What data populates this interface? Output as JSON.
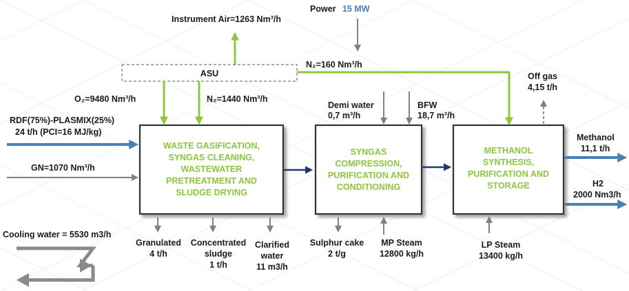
{
  "inputs": {
    "power_label": "Power",
    "power_value": "15 MW",
    "instrument_air": "Instrument Air=1263 Nm³/h",
    "n2_top": "N₂=160 Nm³/h",
    "o2": "O₂=9480 Nm³/h",
    "n2_asu": "N₂=1440 Nm³/h",
    "rdf_line1": "RDF(75%)-PLASMIX(25%)",
    "rdf_line2": "24 t/h (PCI=16 MJ/kg)",
    "gn": "GN=1070 Nm³/h",
    "demi_line1": "Demi water",
    "demi_line2": "0,7 m³/h",
    "bfw_line1": "BFW",
    "bfw_line2": "18,7 m³/h",
    "offgas_line1": "Off gas",
    "offgas_line2": "4,15 t/h",
    "cooling_water": "Cooling water = 5530 m3/h"
  },
  "asu_label": "ASU",
  "process_boxes": [
    {
      "lines": [
        "WASTE GASIFICATION,",
        "SYNGAS CLEANING,",
        "WASTEWATER",
        "PRETREATMENT AND",
        "SLUDGE DRYING"
      ]
    },
    {
      "lines": [
        "SYNGAS",
        "COMPRESSION,",
        "PURIFICATION AND",
        "CONDITIONING"
      ]
    },
    {
      "lines": [
        "METHANOL",
        "SYNTHESIS,",
        "PURIFICATION AND",
        "STORAGE"
      ]
    }
  ],
  "outputs": {
    "methanol_line1": "Methanol",
    "methanol_line2": "11,1 t/h",
    "h2_line1": "H2",
    "h2_line2": "2000 Nm3/h",
    "granulated_line1": "Granulated",
    "granulated_line2": "4 t/h",
    "sludge_line1": "Concentrated",
    "sludge_line2": "sludge",
    "sludge_line3": "1 t/h",
    "clarified_line1": "Clarified",
    "clarified_line2": "water",
    "clarified_line3": "11 m3/h",
    "sulphur_line1": "Sulphur cake",
    "sulphur_line2": "2 t/g",
    "mp_line1": "MP Steam",
    "mp_line2": "12800 kg/h",
    "lp_line1": "LP Steam",
    "lp_line2": "13400 kg/h"
  },
  "colors": {
    "green_flow": "#8cc63f",
    "blue_flow": "#4a7fb5",
    "navy_flow": "#1f3b6e",
    "gray_flow": "#808080",
    "power_value": "#4a7fb5"
  }
}
